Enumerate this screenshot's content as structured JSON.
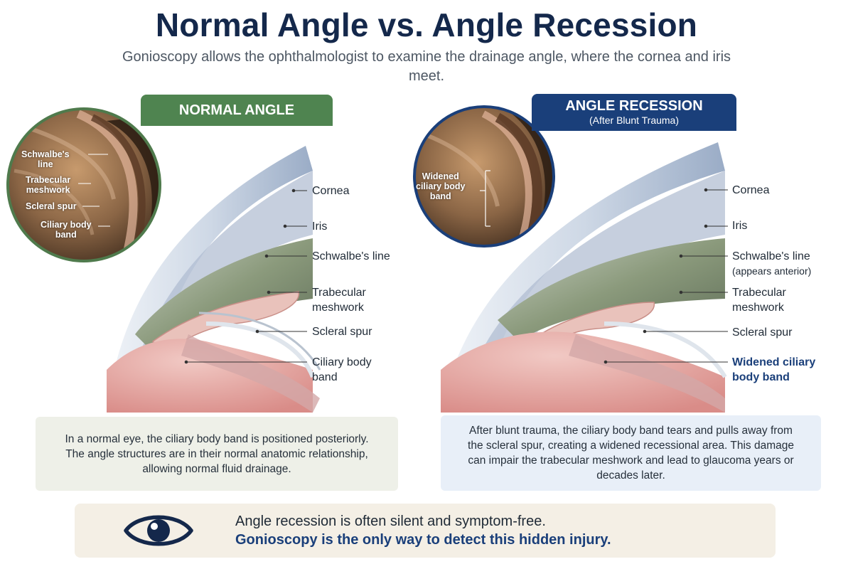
{
  "title": "Normal Angle vs. Angle Recession",
  "subtitle": "Gonioscopy allows the ophthalmologist to examine the drainage angle, where the cornea and iris meet.",
  "normal": {
    "badge": "NORMAL ANGLE",
    "lens_labels": {
      "schwalbe": "Schwalbe's\nline",
      "trabecular": "Trabecular\nmeshwork",
      "scleral": "Scleral spur",
      "ciliary": "Ciliary body\nband"
    },
    "labels": {
      "cornea": "Cornea",
      "iris": "Iris",
      "schwalbe": "Schwalbe's line",
      "trabecular": "Trabecular\nmeshwork",
      "scleral": "Scleral spur",
      "ciliary": "Ciliary body\nband"
    },
    "description": "In a normal eye, the ciliary body band is positioned posteriorly. The angle structures are in their normal anatomic relationship, allowing normal fluid drainage."
  },
  "recession": {
    "badge": "ANGLE RECESSION",
    "badge_sub": "(After Blunt Trauma)",
    "lens_labels": {
      "widened": "Widened\nciliary body\nband"
    },
    "labels": {
      "cornea": "Cornea",
      "iris": "Iris",
      "schwalbe": "Schwalbe's line",
      "schwalbe_note": "(appears anterior)",
      "trabecular": "Trabecular\nmeshwork",
      "scleral": "Scleral spur",
      "widened": "Widened ciliary\nbody band"
    },
    "description": "After blunt trauma, the ciliary body band tears and pulls away from the scleral spur, creating a widened recessional area. This damage can impair the trabecular meshwork and lead to glaucoma years or decades later."
  },
  "footer": {
    "line1": "Angle recession is often silent and symptom-free.",
    "line2": "Gonioscopy is the only way to detect this hidden injury."
  },
  "colors": {
    "navy": "#14284b",
    "green": "#4f8450",
    "blue": "#1a3f7a"
  },
  "icons": {
    "footer": "eye-icon"
  }
}
